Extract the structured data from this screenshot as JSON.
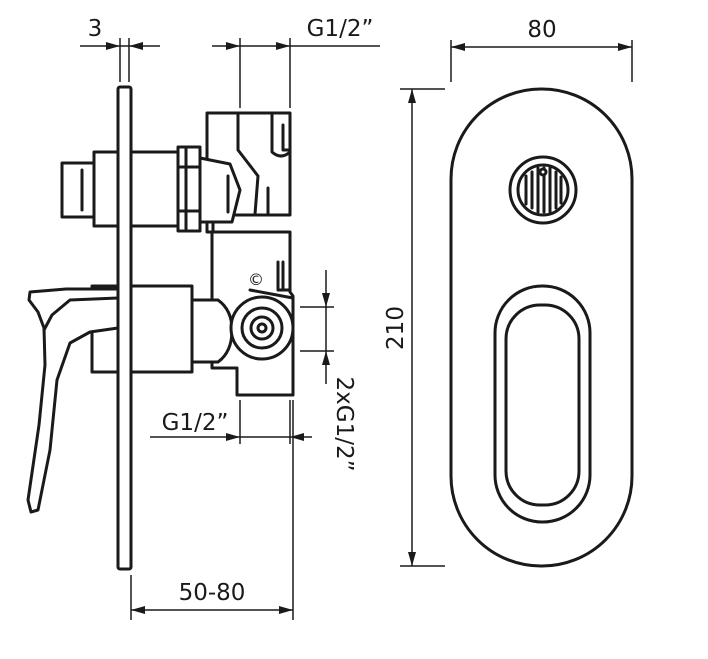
{
  "dimensions": {
    "plate_thickness": "3",
    "top_inlet_thread": "G1/2”",
    "bottom_inlet_thread": "G1/2”",
    "outlet_threads": "2xG1/2”",
    "installation_depth": "50-80",
    "plate_width": "80",
    "plate_height": "210"
  },
  "marks": {
    "copyright_symbol": "©"
  }
}
